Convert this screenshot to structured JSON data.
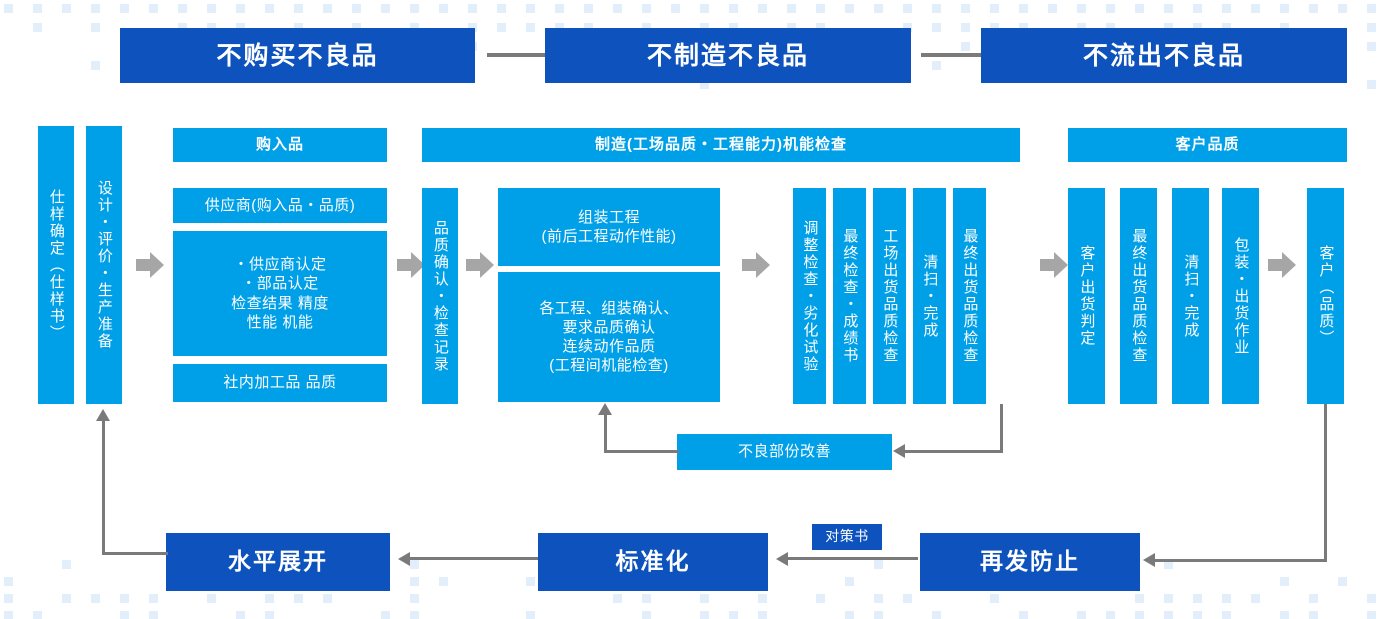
{
  "diagram": {
    "title_row": [
      {
        "label": "不购买不良品"
      },
      {
        "label": "不制造不良品"
      },
      {
        "label": "不流出不良品"
      }
    ],
    "left_stage": {
      "spec_box": "仕样确定（仕样书）",
      "design_box": "设计・评价・生产准备"
    },
    "purchase_group": {
      "header": "购入品",
      "supplier_bar": "供应商(购入品・品质)",
      "detail_lines": [
        "・供应商认定",
        "・部品认定",
        "检查结果 精度",
        "性能  机能"
      ],
      "internal_bar": "社内加工品    品质"
    },
    "manufacturing_group": {
      "header": "制造(工场品质・工程能力)机能检查",
      "quality_record": "品质确认・检查记录",
      "assembly_top": [
        "组装工程",
        "(前后工程动作性能)"
      ],
      "assembly_body": [
        "各工程、组装确认、",
        "要求品质确认",
        "连续动作品质",
        "(工程间机能检查)"
      ],
      "inspection_columns": [
        "调整检查・劣化试验",
        "最终检查・成绩书",
        "工场出货品质检查",
        "清扫・完成",
        "最终出货品质检查"
      ]
    },
    "customer_group": {
      "header": "客户品质",
      "columns": [
        "客户出货判定",
        "最终出货品质检查",
        "清扫・完成",
        "包装・出货作业"
      ],
      "customer_box": "客户（品质）"
    },
    "feedback": {
      "improve_box": "不良部份改善"
    },
    "bottom_row": {
      "horizontal_deploy": "水平展开",
      "standardization": "标准化",
      "recurrence_prevention": "再发防止",
      "countermeasure_tag": "对策书"
    },
    "colors": {
      "dark_blue": "#0d52bd",
      "light_blue": "#00a0e9",
      "arrow_gray": "#7a7a7a",
      "block_arrow_gray": "#a6a6a6",
      "dot_blue": "#e2effb"
    }
  }
}
